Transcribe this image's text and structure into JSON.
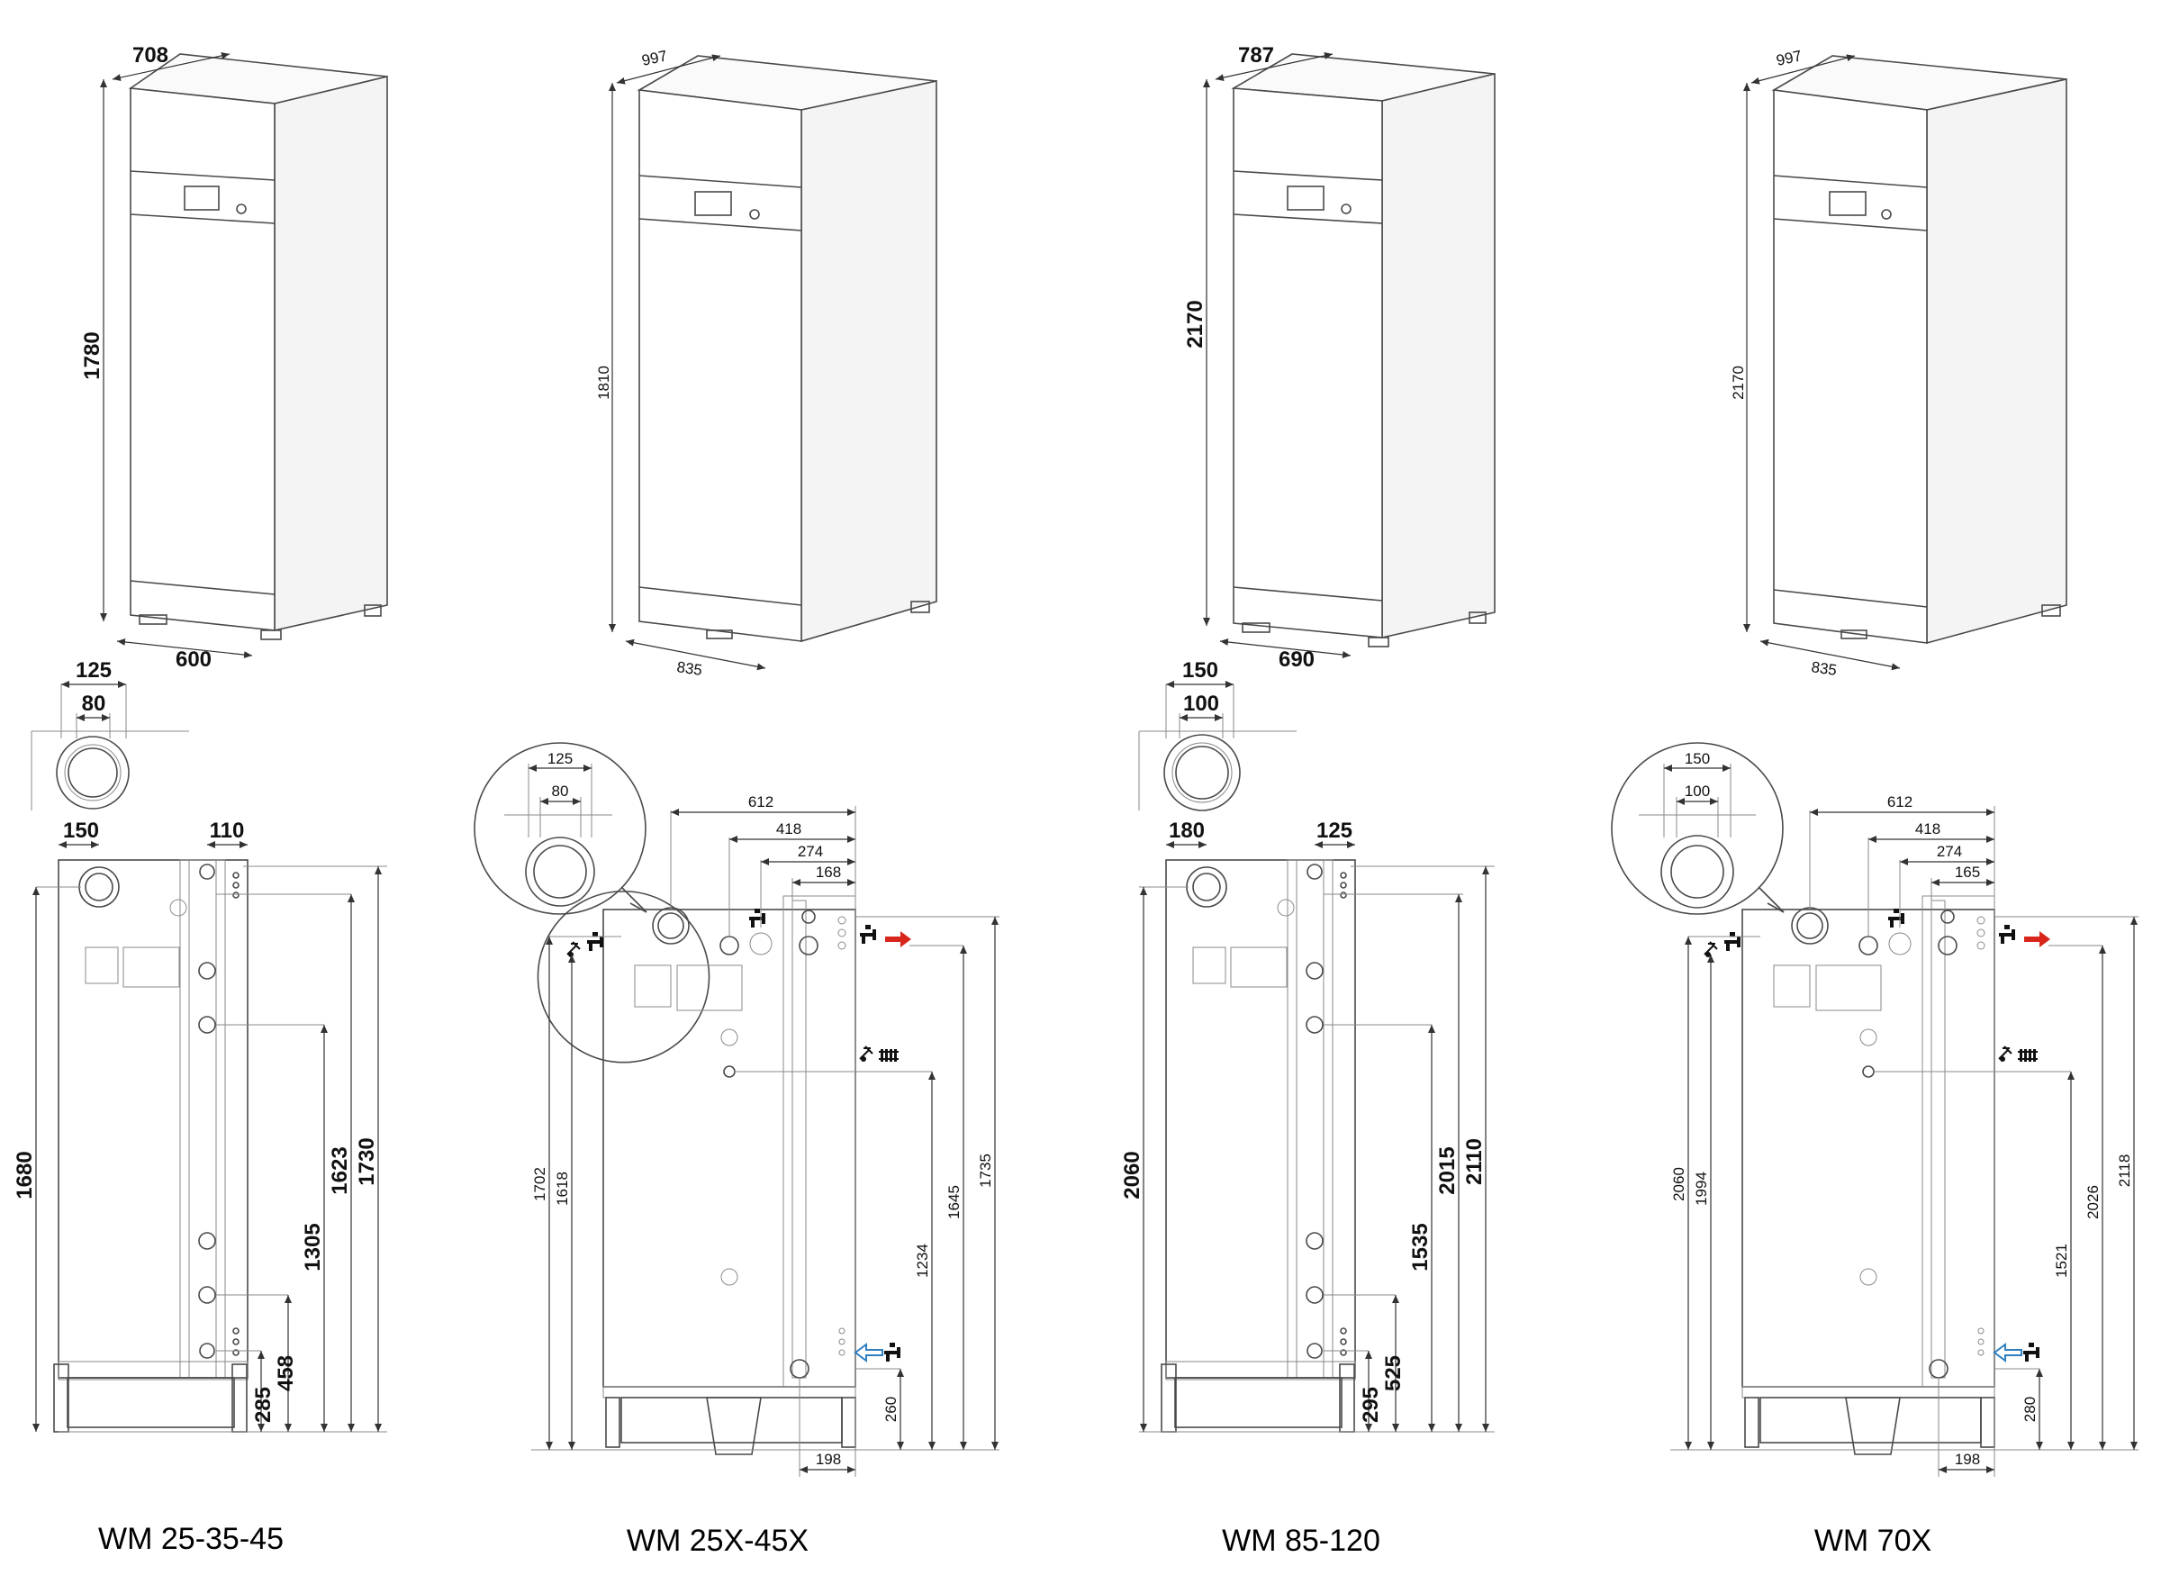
{
  "colors": {
    "hot_arrow": "#d9261c",
    "cold_arrow": "#2f7fc1",
    "line": "#4a4a4a"
  },
  "icons": [
    "tap-icon",
    "vent-valve-icon",
    "radiator-icon",
    "hot-water-arrow-icon",
    "cold-water-arrow-icon"
  ],
  "models": [
    {
      "name": "WM 25-35-45",
      "iso": {
        "depth": "708",
        "height": "1780",
        "width": "600"
      },
      "flue": {
        "outer": "125",
        "inner": "80"
      },
      "rear": {
        "flue_offset": "150",
        "side_offset": "110",
        "heights": [
          "1680",
          "1623",
          "1730",
          "1305",
          "285",
          "458"
        ]
      }
    },
    {
      "name": "WM 25X-45X",
      "iso": {
        "depth": "997",
        "height": "1810",
        "width": "835"
      },
      "flue": {
        "outer": "125",
        "inner": "80"
      },
      "rear": {
        "widths": [
          "612",
          "418",
          "274",
          "168"
        ],
        "heights": [
          "1702",
          "1618",
          "1234",
          "1645",
          "1735",
          "260"
        ],
        "bottom": "198"
      }
    },
    {
      "name": "WM 85-120",
      "iso": {
        "depth": "787",
        "height": "2170",
        "width": "690"
      },
      "flue": {
        "outer": "150",
        "inner": "100"
      },
      "rear": {
        "flue_offset": "180",
        "side_offset": "125",
        "heights": [
          "2060",
          "2015",
          "2110",
          "1535",
          "295",
          "525"
        ]
      }
    },
    {
      "name": "WM 70X",
      "iso": {
        "depth": "997",
        "height": "2170",
        "width": "835"
      },
      "flue": {
        "outer": "150",
        "inner": "100"
      },
      "rear": {
        "widths": [
          "612",
          "418",
          "274",
          "165"
        ],
        "heights": [
          "2060",
          "1994",
          "1521",
          "2026",
          "2118",
          "280"
        ],
        "bottom": "198"
      }
    }
  ]
}
